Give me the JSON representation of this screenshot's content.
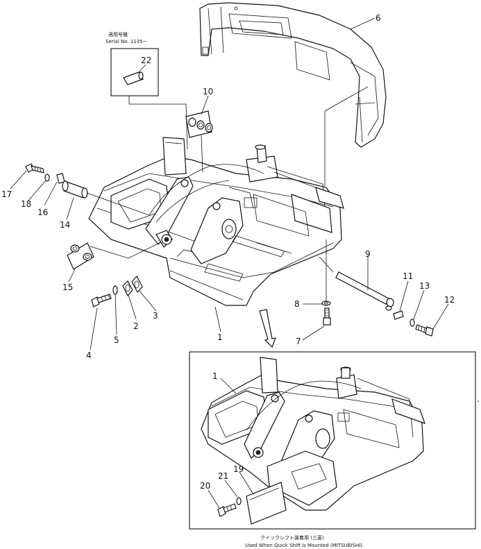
{
  "inset_serial": {
    "line1": "適用号機",
    "line2": "Serial  No. 1135~"
  },
  "callouts": [
    "1",
    "2",
    "3",
    "4",
    "5",
    "6",
    "7",
    "8",
    "9",
    "10",
    "11",
    "12",
    "13",
    "14",
    "15",
    "16",
    "17",
    "18",
    "19",
    "20",
    "21",
    "22"
  ],
  "inset_callouts": {
    "frame": "1",
    "plate": "19",
    "bolt": "20",
    "washer": "21"
  },
  "caption": {
    "jp": "クイックシフト装着用 (三菱)",
    "en": "Used When Quick Shift is Mounted (MITSUBISHI)"
  }
}
